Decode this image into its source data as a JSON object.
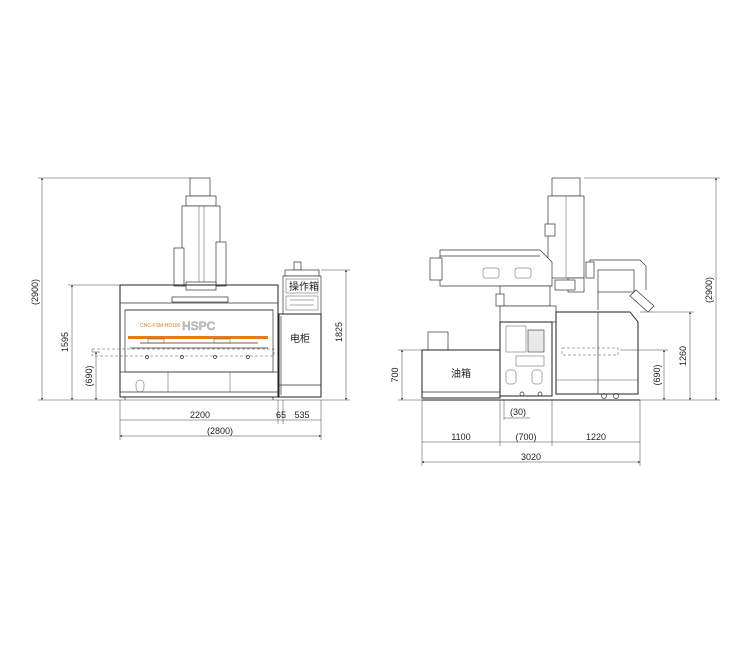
{
  "brand": {
    "logo_text": "HSPC",
    "model_label": "CNC-FSM-HD100",
    "accent_color": "#e87a1a"
  },
  "front_view": {
    "label_control_box": "操作箱",
    "label_electric_cabinet": "电柜",
    "dims": {
      "overall_height": "(2900)",
      "body_height": "1595",
      "table_height": "(690)",
      "cabinet_height": "1825",
      "body_width": "2200",
      "gap_width": "65",
      "cabinet_width": "535",
      "overall_width": "(2800)"
    }
  },
  "side_view": {
    "label_oil_tank": "油箱",
    "dims": {
      "tank_height": "700",
      "overall_height": "(2900)",
      "column_height": "1260",
      "table_height": "(690)",
      "gap": "(30)",
      "tank_width": "1100",
      "mid_width": "(700)",
      "rear_width": "1220",
      "overall_width": "3020"
    }
  }
}
